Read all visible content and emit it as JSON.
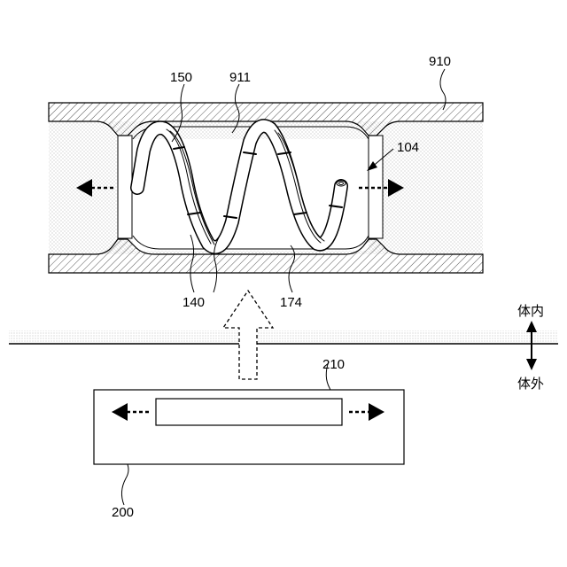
{
  "labels": {
    "ref_150": "150",
    "ref_911": "911",
    "ref_910": "910",
    "ref_104": "104",
    "ref_140": "140",
    "ref_174": "174",
    "ref_210": "210",
    "ref_200": "200",
    "inside_body": "体内",
    "outside_body": "体外"
  },
  "colors": {
    "line": "#000000",
    "background": "#ffffff",
    "hatch": "#555555",
    "lumen_dots": "#bdbdbd"
  },
  "icons": {
    "left_arrow": "dashed-arrow-left-icon",
    "right_arrow": "dashed-arrow-right-icon",
    "up_arrow": "dashed-hollow-arrow-up-icon",
    "double_arrow": "up-down-arrow-icon"
  }
}
